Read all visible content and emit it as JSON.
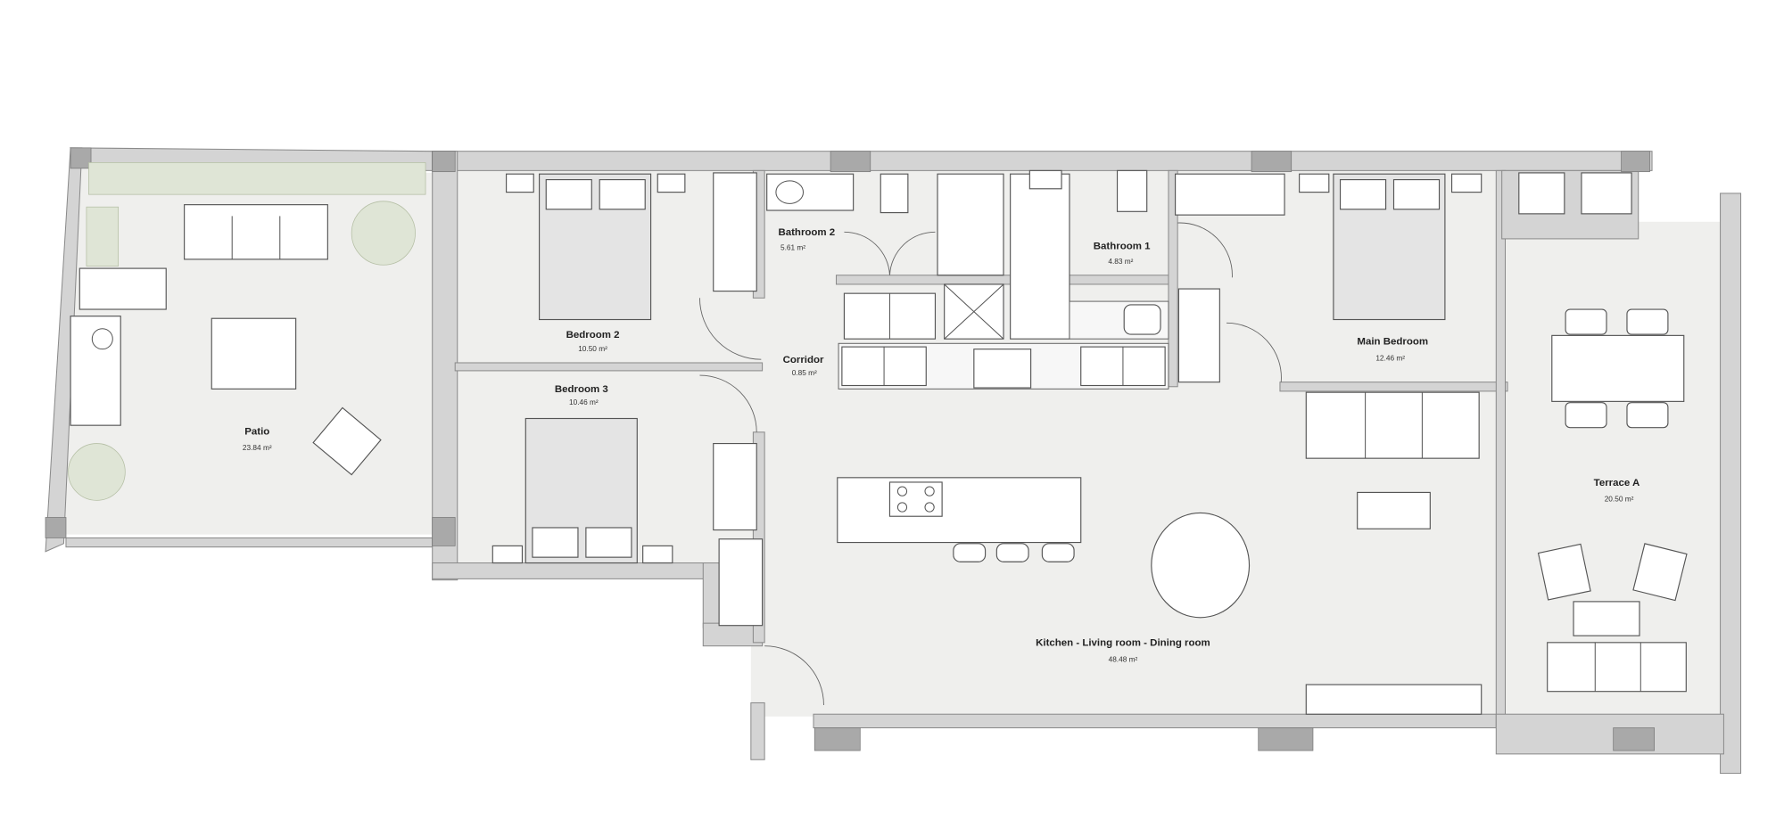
{
  "plan": {
    "rooms": [
      {
        "name": "Patio",
        "area": "23.84 m²"
      },
      {
        "name": "Bedroom 2",
        "area": "10.50 m²"
      },
      {
        "name": "Bedroom 3",
        "area": "10.46 m²"
      },
      {
        "name": "Bathroom 2",
        "area": "5.61 m²"
      },
      {
        "name": "Bathroom 1",
        "area": "4.83 m²"
      },
      {
        "name": "Corridor",
        "area": "0.85 m²"
      },
      {
        "name": "Main Bedroom",
        "area": "12.46 m²"
      },
      {
        "name": "Terrace A",
        "area": "20.50 m²"
      },
      {
        "name": "Kitchen - Living room - Dining room",
        "area": "48.48 m²"
      }
    ],
    "colors": {
      "floor": "#efefed",
      "wall": "#d4d4d4",
      "pillar": "#a9a9a9",
      "furniture": "#ffffff"
    }
  }
}
